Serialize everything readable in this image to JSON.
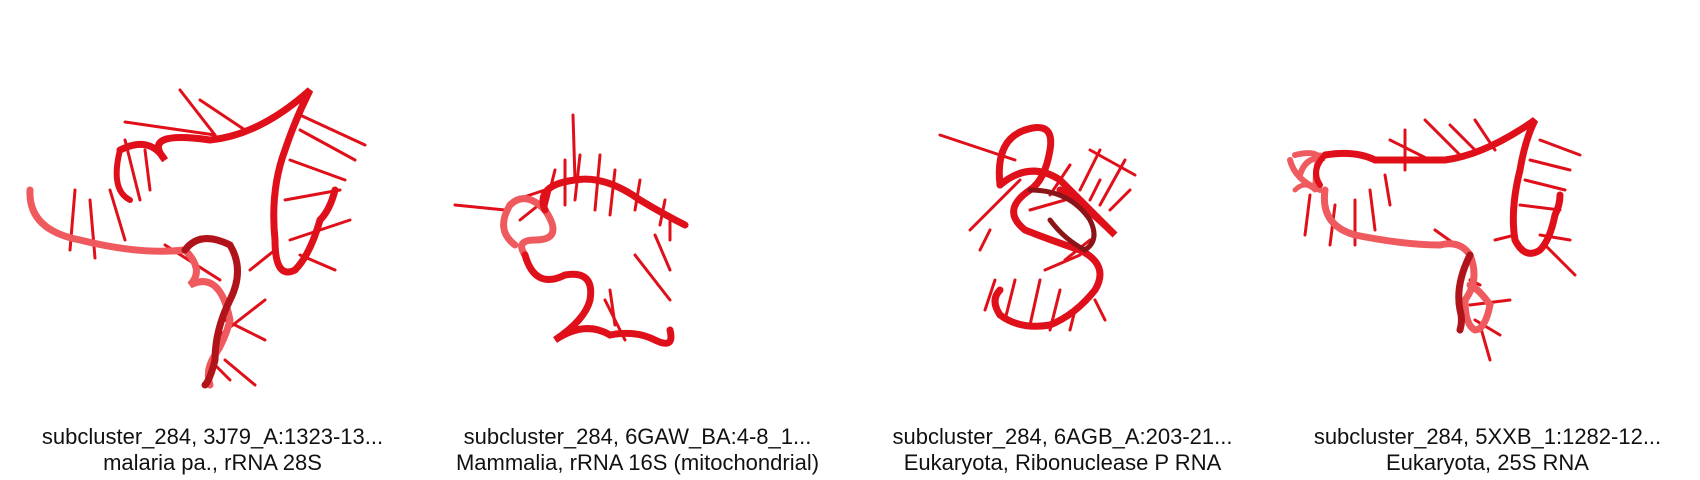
{
  "structures": [
    {
      "title": "subcluster_284, 3J79_A:1323-13...",
      "subtitle": "malaria pa., rRNA 28S"
    },
    {
      "title": "subcluster_284, 6GAW_BA:4-8_1...",
      "subtitle": "Mammalia, rRNA 16S (mitochondrial)"
    },
    {
      "title": "subcluster_284, 6AGB_A:203-21...",
      "subtitle": "Eukaryota, Ribonuclease P RNA"
    },
    {
      "title": "subcluster_284, 5XXB_1:1282-12...",
      "subtitle": "Eukaryota, 25S RNA"
    }
  ],
  "colors": {
    "backbone": "#e0101a",
    "backbone_light": "#ef5a5f",
    "backbone_dark": "#8a1418",
    "background": "#ffffff"
  }
}
